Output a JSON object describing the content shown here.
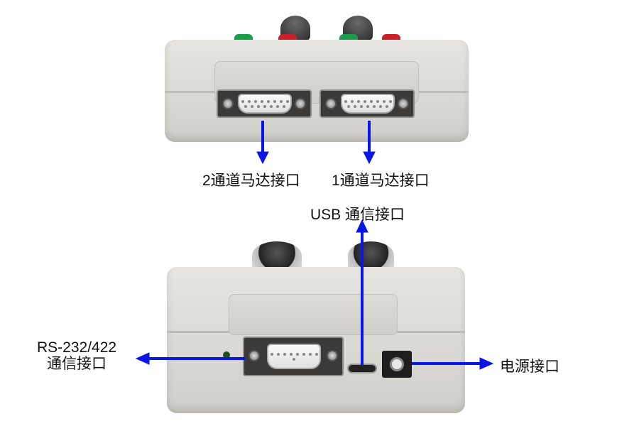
{
  "labels": {
    "motor_ch2": "2通道马达接口",
    "motor_ch1": "1通道马达接口",
    "usb": "USB 通信接口",
    "rs_line1": "RS-232/422",
    "rs_line2": "通信接口",
    "power": "电源接口"
  },
  "colors": {
    "arrow": "#0a16e6",
    "body": "#dddcd6"
  }
}
